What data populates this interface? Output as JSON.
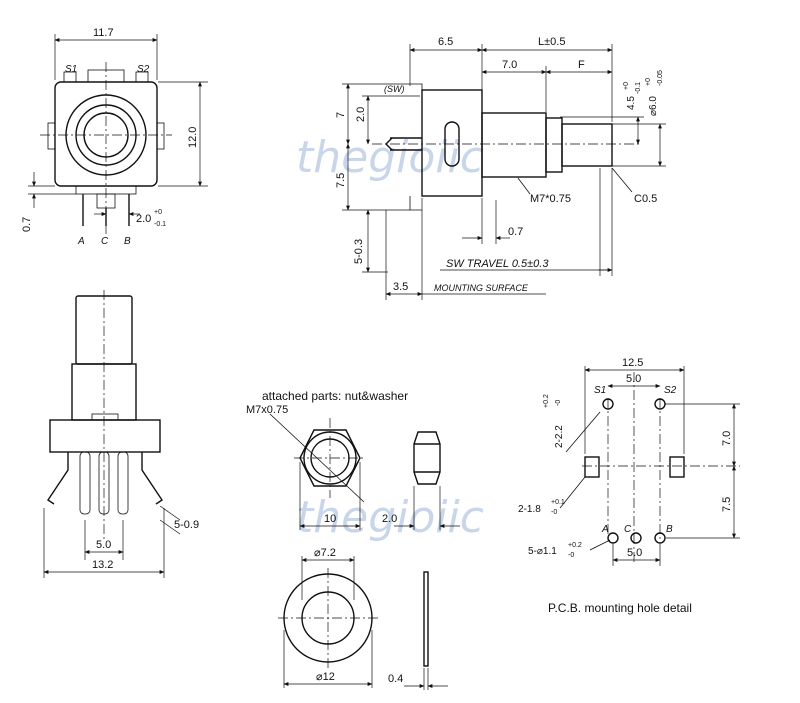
{
  "watermark": "thegioiic",
  "front_view": {
    "width_dim": "11.7",
    "height_dim": "12.0",
    "pin_gap_dim": "0.7",
    "pin_pitch_dim": "2.0",
    "pin_pitch_tol_sup": "+0",
    "pin_pitch_tol_sub": "-0.1",
    "switch_labels": [
      "S1",
      "S2"
    ],
    "pin_labels": [
      "A",
      "C",
      "B"
    ]
  },
  "side_view": {
    "dim_left": "6.5",
    "dim_L": "L±0.5",
    "dim_7_0": "7.0",
    "dim_F": "F",
    "dim_v7": "7",
    "dim_v2": "2.0",
    "dim_v75": "7.5",
    "sw_label": "(SW)",
    "dim_45": "4.5",
    "dim_45_tol_sup": "+0",
    "dim_45_tol_sub": "-0.1",
    "dim_60": "⌀6.0",
    "dim_60_tol_sup": "+0",
    "dim_60_tol_sub": "-0.05",
    "thread": "M7*0.75",
    "chamfer": "C0.5",
    "dim_07": "0.7",
    "dim_5_03": "5-0.3",
    "sw_travel": "SW TRAVEL 0.5±0.3",
    "dim_35": "3.5",
    "mounting_surface": "MOUNTING SURFACE"
  },
  "bottom_view": {
    "pin_dim": "5-0.9",
    "pitch": "5.0",
    "width": "13.2"
  },
  "nut_washer": {
    "title": "attached parts:  nut&washer",
    "thread": "M7x0.75",
    "nut_width": "10",
    "nut_thickness": "2.0",
    "washer_inner": "⌀7.2",
    "washer_outer": "⌀12",
    "washer_thickness": "0.4"
  },
  "pcb_detail": {
    "width": "12.5",
    "top_pitch": "5.0",
    "switch_labels": [
      "S1",
      "S2"
    ],
    "s_hole": "2-2.2",
    "s_hole_tol_sup": "+0.2",
    "s_hole_tol_sub": "-0",
    "dim_70": "7.0",
    "dim_75": "7.5",
    "mount_hole": "2-1.8",
    "mount_hole_tol_sup": "+0.1",
    "mount_hole_tol_sub": "-0",
    "pin_hole": "5-⌀1.1",
    "pin_hole_tol_sup": "+0.2",
    "pin_hole_tol_sub": "-0",
    "pin_labels": [
      "A",
      "C",
      "B"
    ],
    "bottom_pitch": "5.0",
    "caption": "P.C.B.  mounting hole detail"
  }
}
